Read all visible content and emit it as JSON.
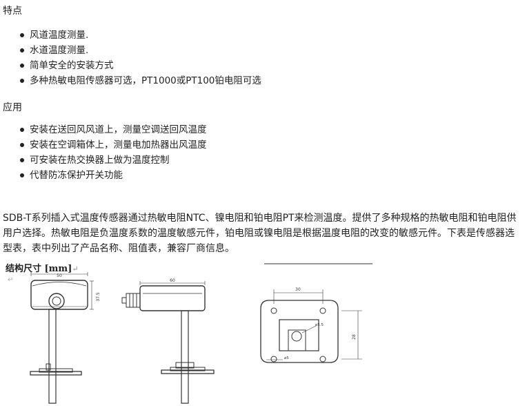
{
  "features": {
    "heading": "特点",
    "items": [
      "风道温度测量.",
      "水道温度测量.",
      "简单安全的安装方式",
      "多种热敏电阻传感器可选，PT1000或PT100铂电阻可选"
    ]
  },
  "applications": {
    "heading": "应用",
    "items": [
      "安装在送回风风道上，测量空调送回风温度",
      "安装在空调箱体上，测量电加热器出风温度",
      "可安装在热交换器上做为温度控制",
      "代替防冻保护开关功能"
    ]
  },
  "description": "SDB-T系列插入式温度传感器通过热敏电阻NTC、镍电阻和铂电阻PT来检测温度。提供了多种规格的热敏电阻和铂电阻供用户选择。热敏电阻是负温度系数的温度敏感元件，铂电阻或镍电阻是根据温度电阻的改变的敏感元件。下表是传感器选型表，表中列出了产品名称、阻值表，兼容厂商信息。",
  "dimensions": {
    "title": "结构尺寸 [mm]",
    "return_mark": "↵",
    "para_mark": "↵",
    "front_width": "50",
    "front_height": "37.5",
    "side_width": "60",
    "plate_width": "30",
    "plate_height": "28",
    "center_hole": "⌀5.5",
    "corner_hole": "⌀5"
  }
}
